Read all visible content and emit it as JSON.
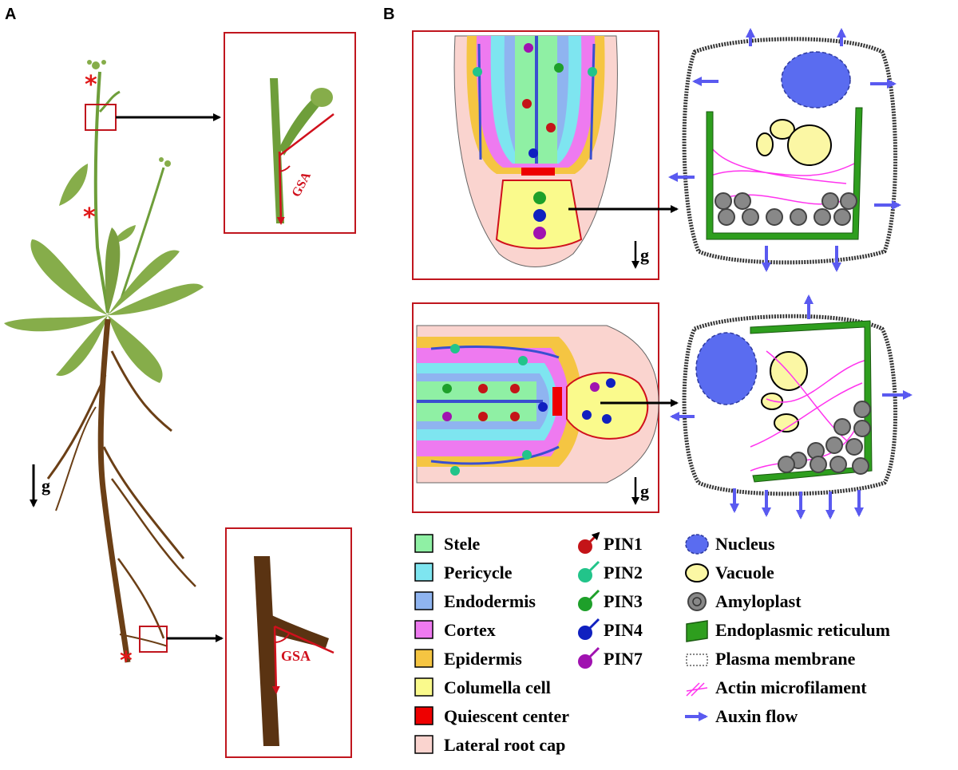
{
  "panels": {
    "a": "A",
    "b": "B"
  },
  "gravity": "g",
  "gsa": "GSA",
  "colors": {
    "stele": "#8ff0a4",
    "pericycle": "#7ee5f0",
    "endodermis": "#8fb4f0",
    "cortex": "#ee7af0",
    "epidermis": "#f5c542",
    "columella": "#fafa8c",
    "quiescent": "#ee0000",
    "lateral_root_cap": "#fad4cf",
    "pin1": "#c41418",
    "pin2": "#22c48a",
    "pin3": "#1ea02a",
    "pin4": "#1020c0",
    "pin7": "#a012b0",
    "nucleus": "#5a6cf0",
    "vacuole": "#fbf7a4",
    "amyloplast": "#888888",
    "er": "#2e9e1e",
    "actin": "#ff33ee",
    "auxin": "#5a5af0",
    "leaf": "#86ad4a",
    "root": "#6b3f16",
    "frame": "#c0161e"
  },
  "legend": {
    "tissues": [
      {
        "label": "Stele",
        "color": "#8ff0a4"
      },
      {
        "label": "Pericycle",
        "color": "#7ee5f0"
      },
      {
        "label": "Endodermis",
        "color": "#8fb4f0"
      },
      {
        "label": "Cortex",
        "color": "#ee7af0"
      },
      {
        "label": "Epidermis",
        "color": "#f5c542"
      },
      {
        "label": "Columella cell",
        "color": "#fafa8c"
      },
      {
        "label": "Quiescent center",
        "color": "#ee0000"
      },
      {
        "label": "Lateral root cap",
        "color": "#fad4cf"
      }
    ],
    "pins": [
      {
        "label": "PIN1",
        "color": "#c41418"
      },
      {
        "label": "PIN2",
        "color": "#22c48a"
      },
      {
        "label": "PIN3",
        "color": "#1ea02a"
      },
      {
        "label": "PIN4",
        "color": "#1020c0"
      },
      {
        "label": "PIN7",
        "color": "#a012b0"
      }
    ],
    "organelles": [
      {
        "label": "Nucleus",
        "icon": "nucleus-icon"
      },
      {
        "label": "Vacuole",
        "icon": "vacuole-icon"
      },
      {
        "label": "Amyloplast",
        "icon": "amyloplast-icon"
      },
      {
        "label": "Endoplasmic reticulum",
        "icon": "er-icon"
      },
      {
        "label": "Plasma membrane",
        "icon": "plasma-membrane-icon"
      },
      {
        "label": "Actin microfilament",
        "icon": "actin-icon"
      },
      {
        "label": "Auxin flow",
        "icon": "auxin-flow-icon"
      }
    ]
  }
}
